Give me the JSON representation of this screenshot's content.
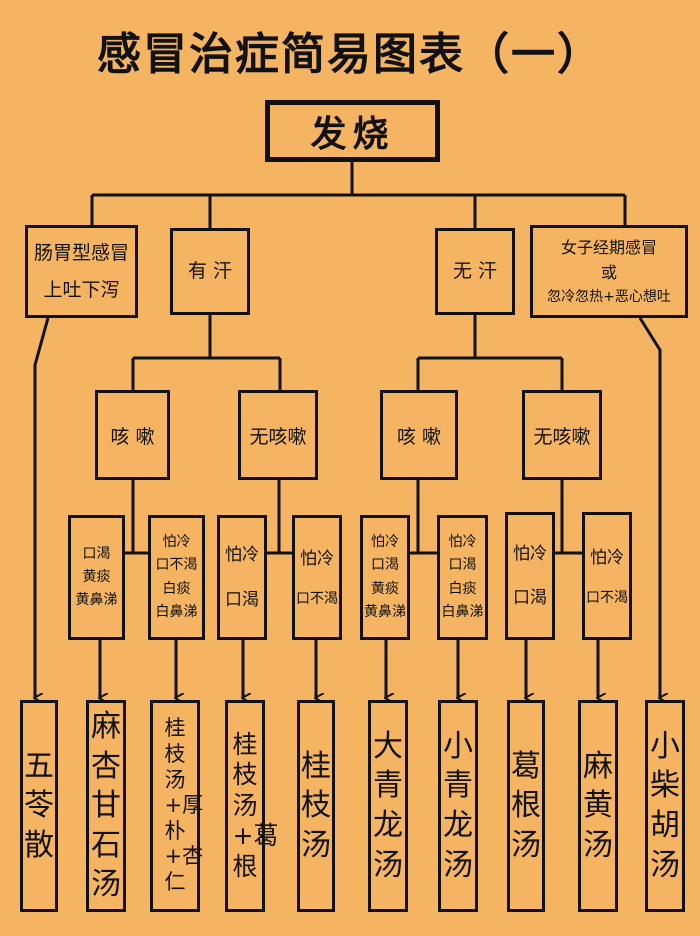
{
  "title": "感冒治症简易图表（一）",
  "root": "发烧",
  "level2": {
    "gastro": [
      "肠胃型感冒",
      "上吐下泻"
    ],
    "sweat": "有 汗",
    "nosweat": "无 汗",
    "female": [
      "女子经期感冒",
      "或",
      "忽冷忽热+恶心想吐"
    ]
  },
  "level3": {
    "cough1": "咳 嗽",
    "nocough1": "无咳嗽",
    "cough2": "咳 嗽",
    "nocough2": "无咳嗽"
  },
  "level4": [
    [
      "口渴",
      "黄痰",
      "黄鼻涕"
    ],
    [
      "怕冷",
      "口不渴",
      "白痰",
      "白鼻涕"
    ],
    [
      "怕冷",
      "口渴"
    ],
    [
      "怕冷",
      "口不渴"
    ],
    [
      "怕冷",
      "口渴",
      "黄痰",
      "黄鼻涕"
    ],
    [
      "怕冷",
      "口渴",
      "白痰",
      "白鼻涕"
    ],
    [
      "怕冷",
      "口渴"
    ],
    [
      "怕冷",
      "口不渴"
    ]
  ],
  "remedies": [
    "五苓散",
    "麻杏甘石汤",
    "桂枝汤+厚朴+杏仁",
    "桂枝汤+葛根",
    "桂枝汤",
    "大青龙汤",
    "小青龙汤",
    "葛根汤",
    "麻黄汤",
    "小柴胡汤"
  ]
}
